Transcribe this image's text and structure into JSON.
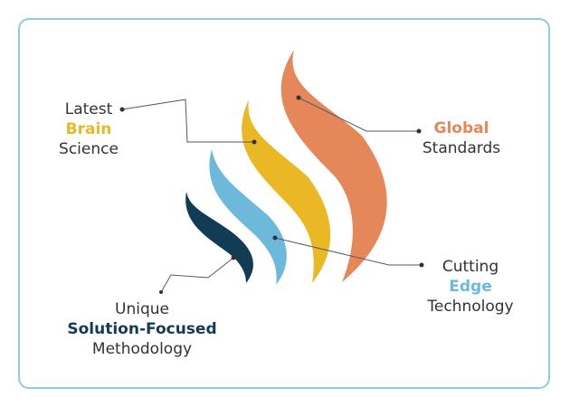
{
  "labels": {
    "brain": {
      "line1": "Latest",
      "accent": "Brain",
      "line3": "Science",
      "accent_color": "#e9b824"
    },
    "global": {
      "accent": "Global",
      "line2": "Standards",
      "accent_color": "#e6875a"
    },
    "edge": {
      "line1": "Cutting",
      "accent": "Edge",
      "line3": "Technology",
      "accent_color": "#6cb9dc"
    },
    "solution": {
      "line1": "Unique",
      "accent": "Solution-Focused",
      "line3": "Methodology",
      "accent_color": "#123c55"
    }
  },
  "colors": {
    "frame_border": "#8fcbe0",
    "text": "#2f3338",
    "connector": "#555b61",
    "flame_orange": "#e6875a",
    "flame_yellow": "#e9b824",
    "flame_blue": "#6cb9dc",
    "flame_navy": "#123c55"
  }
}
